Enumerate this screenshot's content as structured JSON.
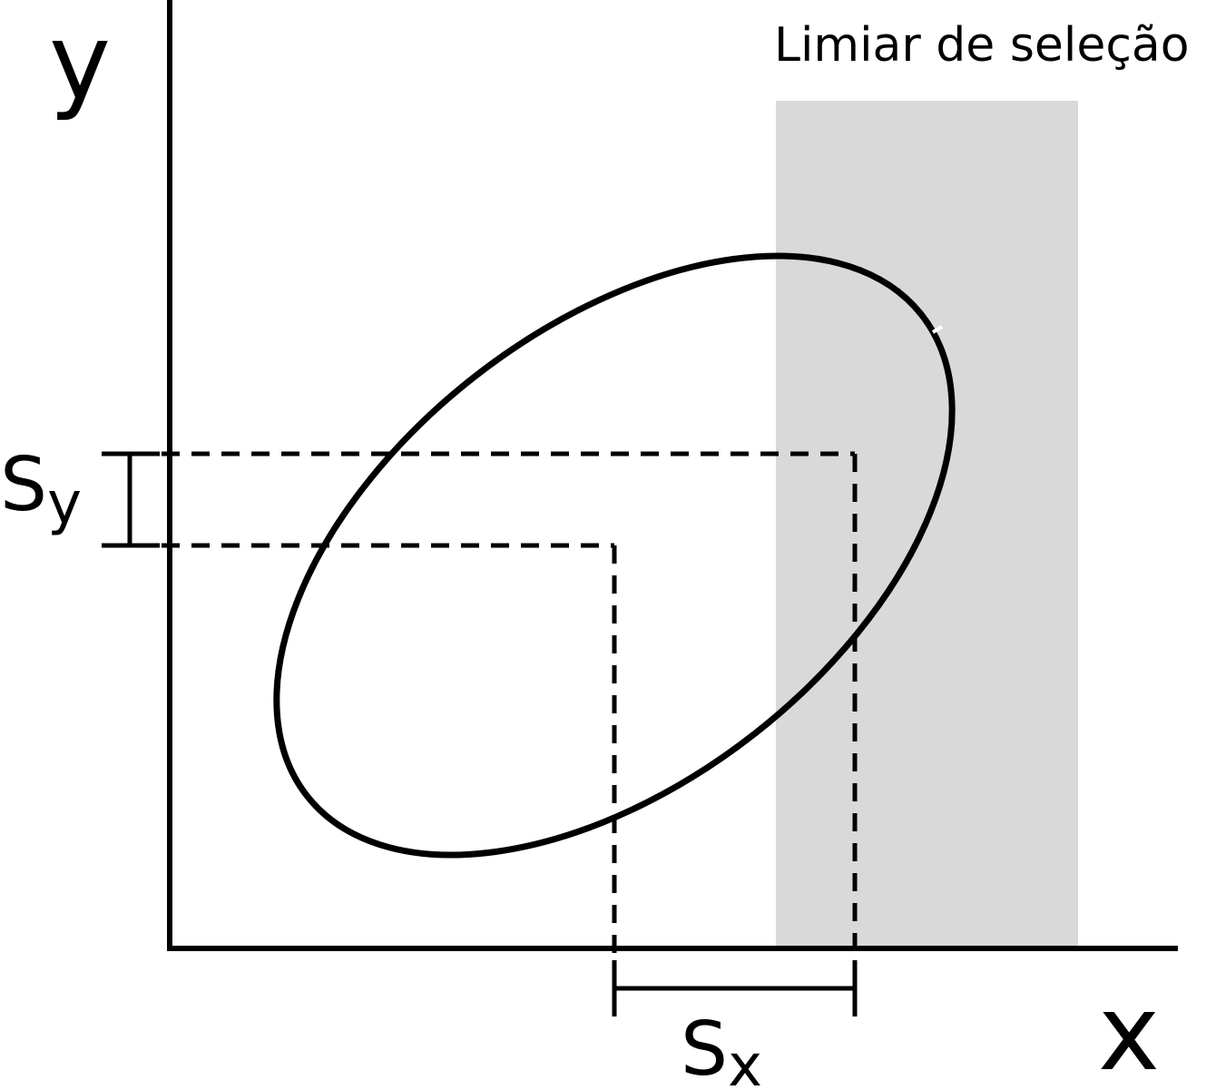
{
  "labels": {
    "y_axis": "y",
    "x_axis": "x",
    "threshold": "Limiar de seleção",
    "sy_main": "S",
    "sy_sub": "y",
    "sx_main": "S",
    "sx_sub": "x"
  },
  "colors": {
    "ink": "#000000",
    "threshold_region": "#d9d9d9",
    "background": "#ffffff"
  }
}
